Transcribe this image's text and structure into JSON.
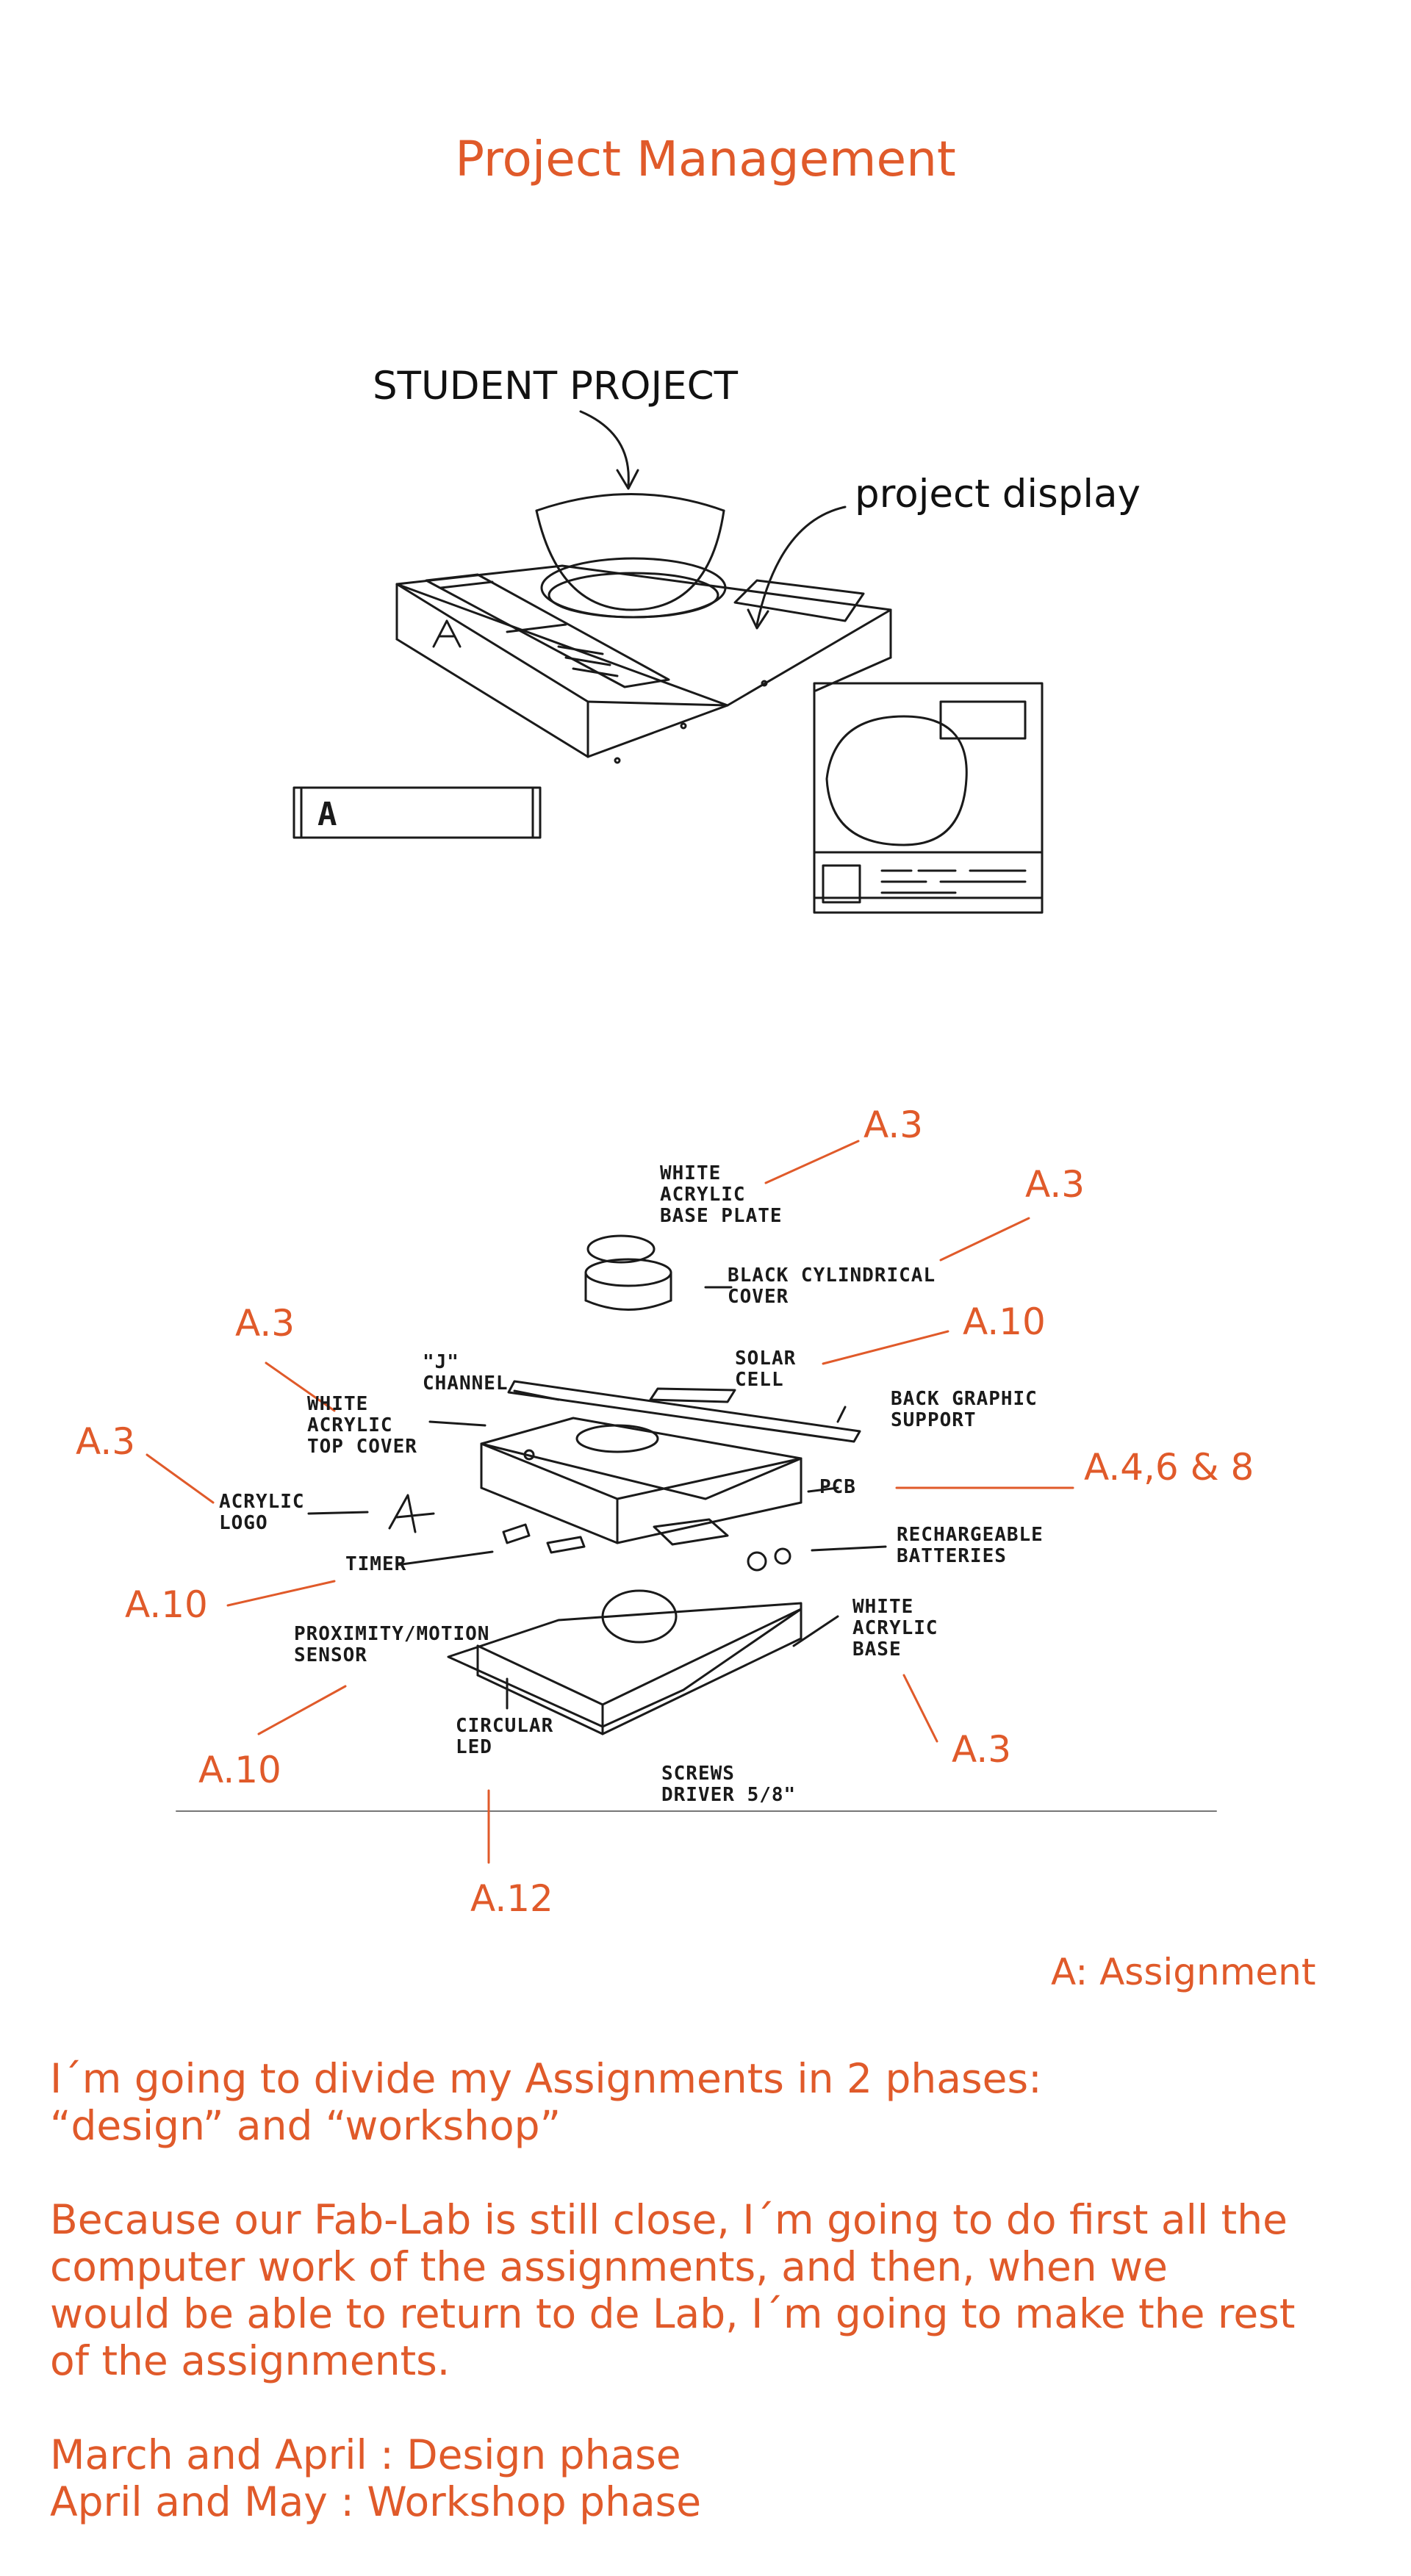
{
  "page_title": "Project Management",
  "sketch1": {
    "label_student_project": "STUDENT PROJECT",
    "label_project_display": "project display",
    "logo_letter": "A"
  },
  "sketch2": {
    "annotations": {
      "a3_plate": "A.3",
      "a3_cover": "A.3",
      "a10_solar": "A.10",
      "a3_topcover": "A.3",
      "a3_logo": "A.3",
      "a468_pcb": "A.4,6 & 8",
      "a10_timer": "A.10",
      "a10_sensor": "A.10",
      "a3_base": "A.3",
      "a12_led": "A.12"
    },
    "hand_labels": {
      "white_acrylic_plate": "WHITE\nACRYLIC\nBASE PLATE",
      "black_cover": "BLACK CYLINDRICAL\nCOVER",
      "solar_cell": "SOLAR\nCELL",
      "back_support": "BACK GRAPHIC\nSUPPORT",
      "j_channel": "\"J\"\nCHANNEL",
      "top_cover": "WHITE\nACRYLIC\nTOP COVER",
      "logo": "ACRYLIC\nLOGO",
      "pcb": "PCB",
      "batteries": "RECHARGEABLE\nBATTERIES",
      "timer": "TIMER",
      "sensor": "PROXIMITY/MOTION\nSENSOR",
      "white_base": "WHITE\nACRYLIC\nBASE",
      "led": "CIRCULAR\nLED",
      "screws": "SCREWS\nDRIVER 5/8\""
    }
  },
  "legend": "A: Assignment",
  "body": {
    "p1_line1": "I´m going to divide my Assignments in 2 phases:",
    "p1_line2": "“design” and “workshop”",
    "p2_line1": "Because our Fab-Lab is still close, I´m going to do first all the",
    "p2_line2": "computer work of the assignments, and then, when we",
    "p2_line3": "would be able to return to de Lab, I´m going to make the rest",
    "p2_line4": "of the assignments.",
    "p3_line1": "March and April : Design phase",
    "p3_line2": "April and May : Workshop phase"
  },
  "colors": {
    "accent": "#e05a2a",
    "ink": "#111111"
  }
}
